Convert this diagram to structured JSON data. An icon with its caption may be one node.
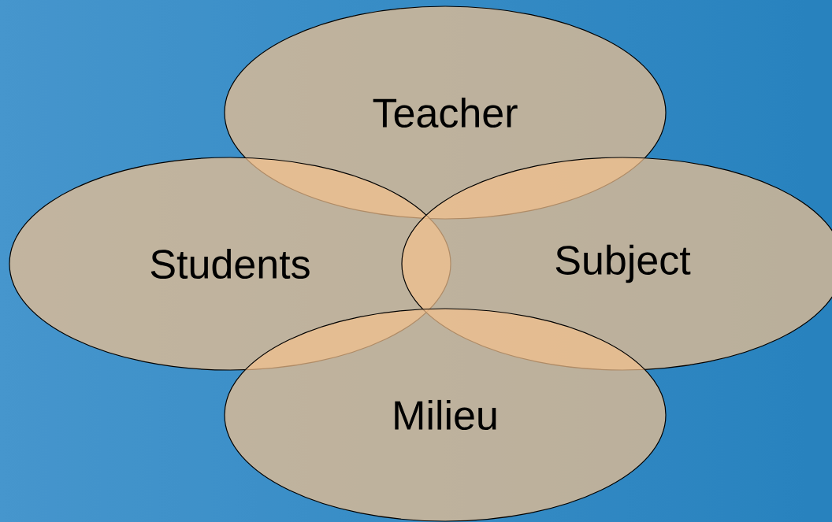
{
  "diagram": {
    "nodes": [
      {
        "text": [
          "Teacher"
        ]
      },
      {
        "text": [
          "Students"
        ]
      },
      {
        "text": [
          "Subject"
        ]
      },
      {
        "text": [
          "Milieu"
        ]
      }
    ]
  }
}
